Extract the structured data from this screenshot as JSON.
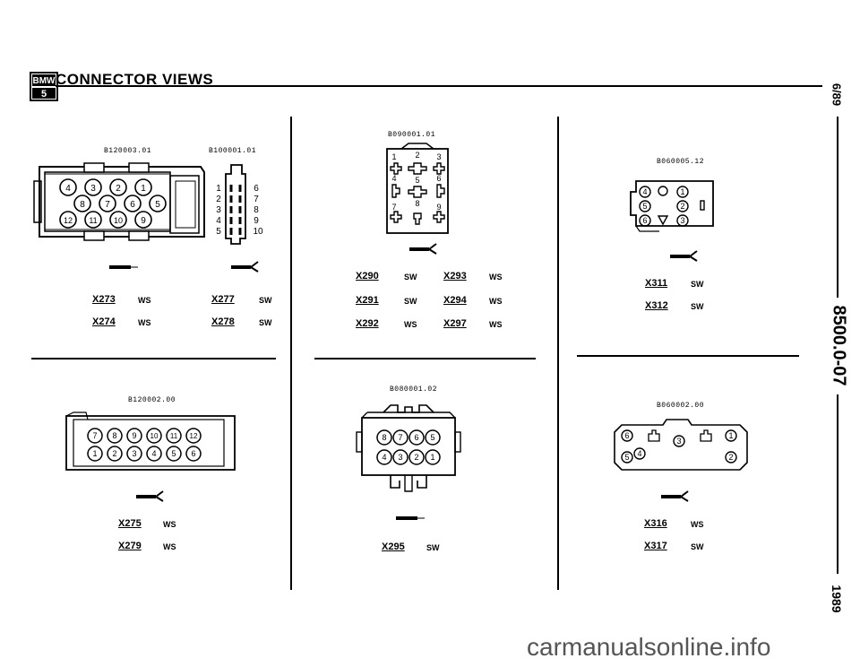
{
  "header": {
    "logo_text": "BMW",
    "logo_series": "5",
    "title": "CONNECTOR VIEWS"
  },
  "side": {
    "date": "6/89",
    "doc_number": "8500.0-07",
    "year": "1989"
  },
  "panels": {
    "top_left": {
      "code_a": "B120003.01",
      "code_b": "B100001.01",
      "pins_a": [
        "4",
        "3",
        "2",
        "1",
        "8",
        "7",
        "6",
        "5",
        "12",
        "11",
        "10",
        "9"
      ],
      "pins_b_left": [
        "1",
        "2",
        "3",
        "4",
        "5"
      ],
      "pins_b_right": [
        "6",
        "7",
        "8",
        "9",
        "10"
      ],
      "connectors": [
        {
          "label": "X273",
          "color": "WS"
        },
        {
          "label": "X277",
          "color": "SW"
        },
        {
          "label": "X274",
          "color": "WS"
        },
        {
          "label": "X278",
          "color": "SW"
        }
      ]
    },
    "top_middle": {
      "code": "B090001.01",
      "pins": [
        "1",
        "2",
        "3",
        "4",
        "5",
        "6",
        "7",
        "8",
        "9"
      ],
      "connectors": [
        {
          "label": "X290",
          "color": "SW"
        },
        {
          "label": "X293",
          "color": "WS"
        },
        {
          "label": "X291",
          "color": "SW"
        },
        {
          "label": "X294",
          "color": "WS"
        },
        {
          "label": "X292",
          "color": "WS"
        },
        {
          "label": "X297",
          "color": "WS"
        }
      ]
    },
    "top_right": {
      "code": "B060005.12",
      "pins": [
        "4",
        "1",
        "5",
        "2",
        "6",
        "3"
      ],
      "connectors": [
        {
          "label": "X311",
          "color": "SW"
        },
        {
          "label": "X312",
          "color": "SW"
        }
      ]
    },
    "bottom_left": {
      "code": "B120002.00",
      "pins_row1": [
        "7",
        "8",
        "9",
        "10",
        "11",
        "12"
      ],
      "pins_row2": [
        "1",
        "2",
        "3",
        "4",
        "5",
        "6"
      ],
      "connectors": [
        {
          "label": "X275",
          "color": "WS"
        },
        {
          "label": "X279",
          "color": "WS"
        }
      ]
    },
    "bottom_middle": {
      "code": "B080001.02",
      "pins_row1": [
        "8",
        "7",
        "6",
        "5"
      ],
      "pins_row2": [
        "4",
        "3",
        "2",
        "1"
      ],
      "connectors": [
        {
          "label": "X295",
          "color": "SW"
        }
      ]
    },
    "bottom_right": {
      "code": "B060002.00",
      "pins": [
        "6",
        "3",
        "1",
        "5",
        "4",
        "2"
      ],
      "connectors": [
        {
          "label": "X316",
          "color": "WS"
        },
        {
          "label": "X317",
          "color": "SW"
        }
      ]
    }
  },
  "watermark": "carmanualsonline.info"
}
